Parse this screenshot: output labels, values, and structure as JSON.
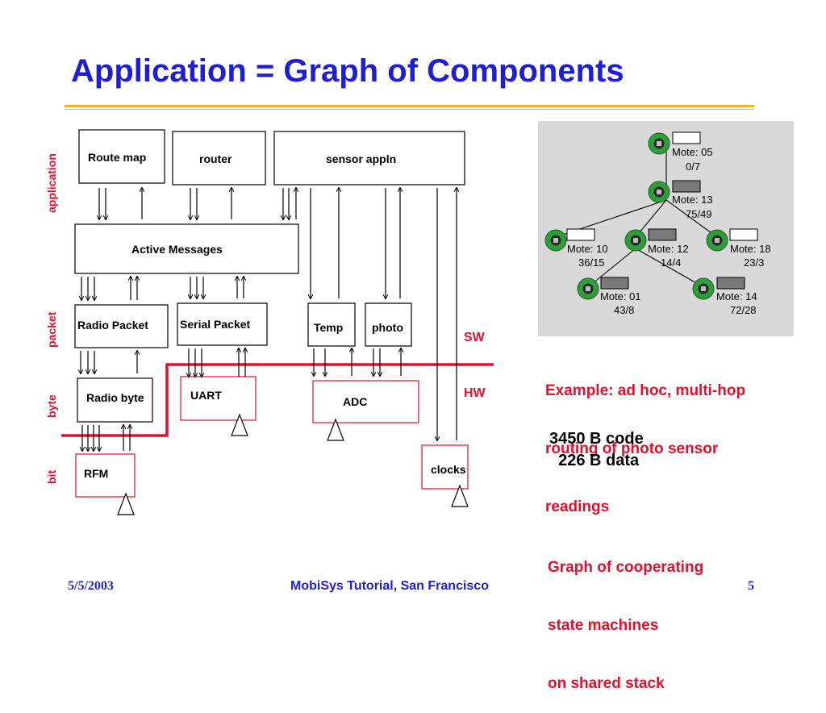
{
  "title": "Application = Graph of Components",
  "colors": {
    "title": "#1f1fd1",
    "accent_red": "#e0102e",
    "rule_gold": "#e8b42a",
    "mote_green": "#2f9e3a",
    "mote_panel": "#d9d9d9"
  },
  "layer_labels": {
    "application": "application",
    "packet": "packet",
    "byte": "byte",
    "bit": "bit"
  },
  "diagram": {
    "route_map": "Route map",
    "router": "router",
    "sensor_appln": "sensor appln",
    "active_messages": "Active Messages",
    "radio_packet": "Radio Packet",
    "serial_packet": "Serial Packet",
    "temp": "Temp",
    "photo": "photo",
    "radio_byte": "Radio byte",
    "uart": "UART",
    "adc": "ADC",
    "rfm": "RFM",
    "clocks": "clocks",
    "sw": "SW",
    "hw": "HW"
  },
  "motes": [
    {
      "name": "Mote: 05",
      "counts": "0/7"
    },
    {
      "name": "Mote: 13",
      "counts": "75/49"
    },
    {
      "name": "Mote: 10",
      "counts": "36/15"
    },
    {
      "name": "Mote: 12",
      "counts": "14/4"
    },
    {
      "name": "Mote: 18",
      "counts": "23/3"
    },
    {
      "name": "Mote: 01",
      "counts": "43/8"
    },
    {
      "name": "Mote: 14",
      "counts": "72/28"
    }
  ],
  "example_caption": {
    "line1": "Example: ad hoc, multi-hop",
    "line2": "routing of photo sensor",
    "line3": "readings"
  },
  "stats": {
    "code": "3450 B code",
    "data": "  226 B data"
  },
  "state_caption": {
    "line1": "Graph of cooperating",
    "line2": "state machines",
    "line3": "on shared stack"
  },
  "footer": {
    "date": "5/5/2003",
    "center": "MobiSys Tutorial, San Francisco",
    "page": "5"
  }
}
